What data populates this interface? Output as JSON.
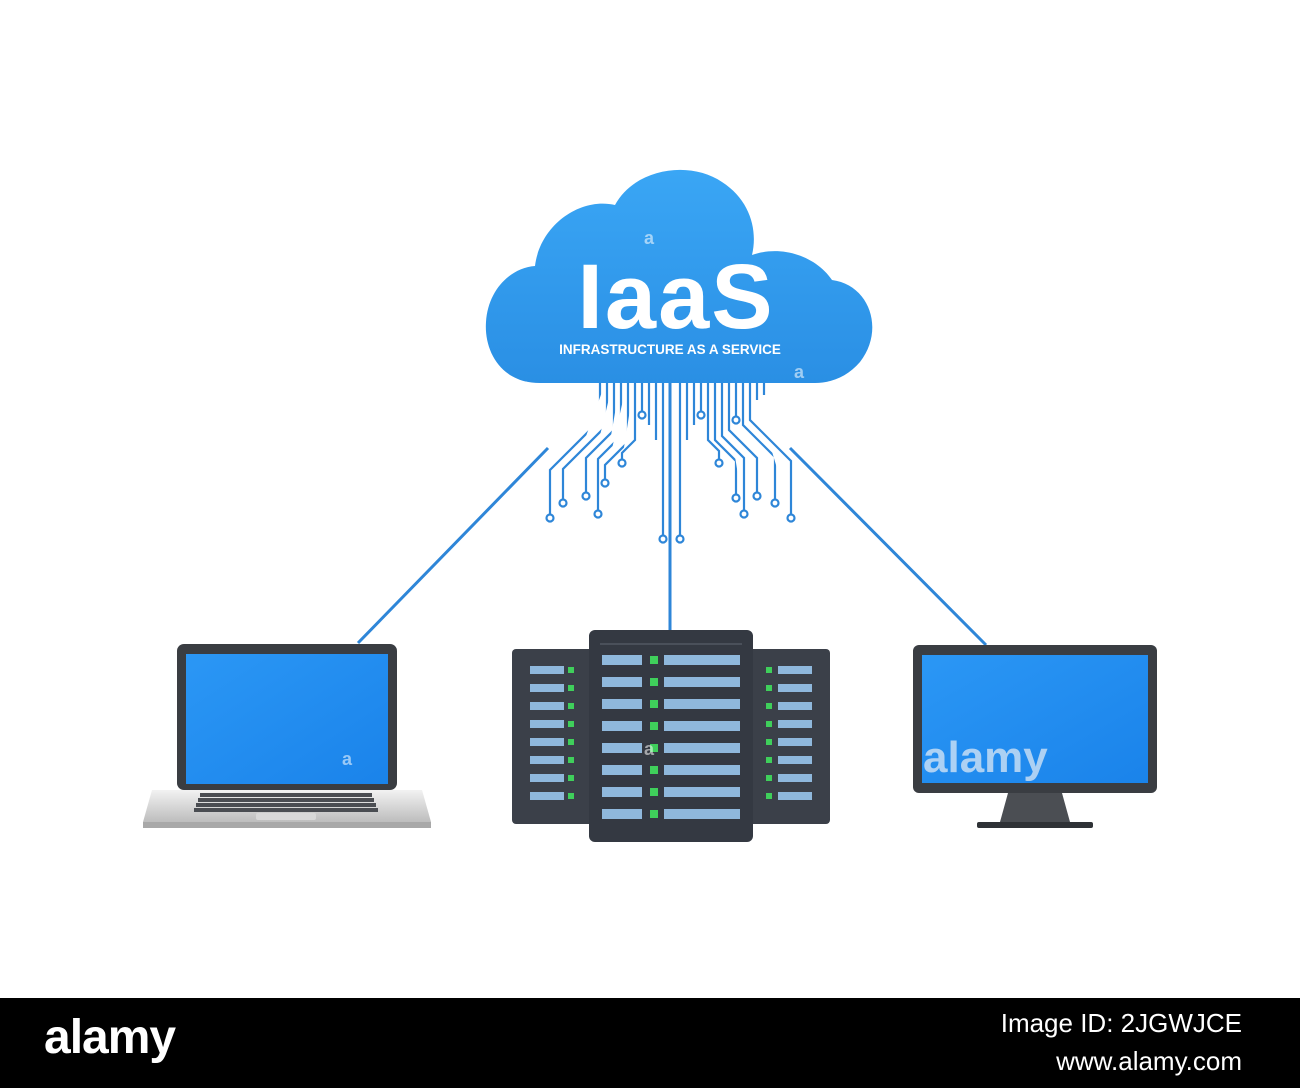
{
  "cloud": {
    "title": "IaaS",
    "subtitle": "INFRASTRUCTURE AS A SERVICE"
  },
  "watermark": "alamy",
  "devices": [
    "laptop",
    "server-rack",
    "desktop-monitor"
  ],
  "colors": {
    "cloud": "#2f9cf0",
    "wire": "#2e86d8",
    "screen": "#1f8ff2",
    "server": "#3b4049",
    "server_drive": "#8fb8dc",
    "server_led": "#3fcf5b",
    "footer": "#000000"
  },
  "footer": {
    "brand": "alamy",
    "image_id": "Image ID: 2JGWJCE",
    "url": "www.alamy.com"
  }
}
